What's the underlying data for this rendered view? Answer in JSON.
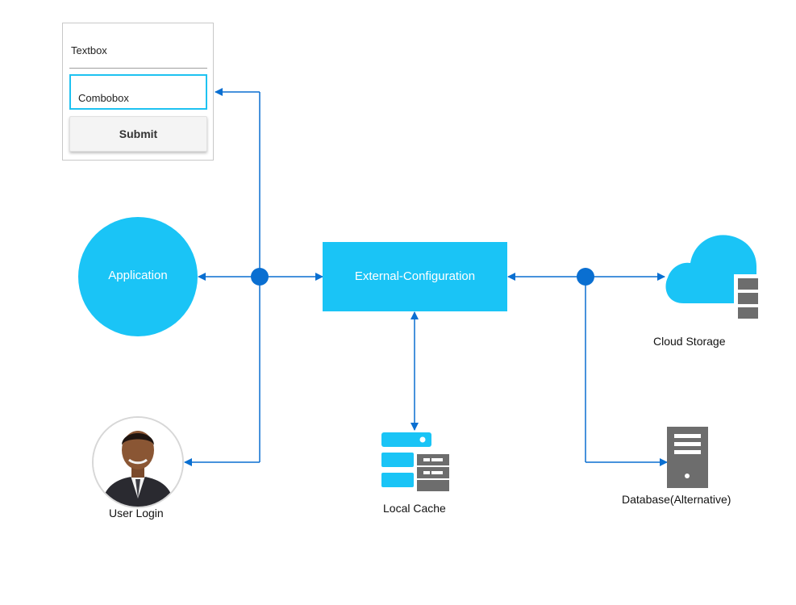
{
  "form": {
    "textbox_label": "Textbox",
    "combobox_label": "Combobox",
    "submit_label": "Submit"
  },
  "nodes": {
    "application": "Application",
    "external_configuration": "External-Configuration",
    "cloud_storage": "Cloud Storage",
    "local_cache": "Local Cache",
    "database": "Database(Alternative)",
    "user_login": "User Login"
  },
  "colors": {
    "node_fill": "#1ac4f6",
    "connector": "#0a6fd1",
    "server_gray": "#6d6d6d",
    "combobox_border": "#1ec2f1"
  },
  "icons": [
    "cloud-icon",
    "server-stack-icon",
    "server-tower-icon",
    "user-avatar-photo"
  ]
}
